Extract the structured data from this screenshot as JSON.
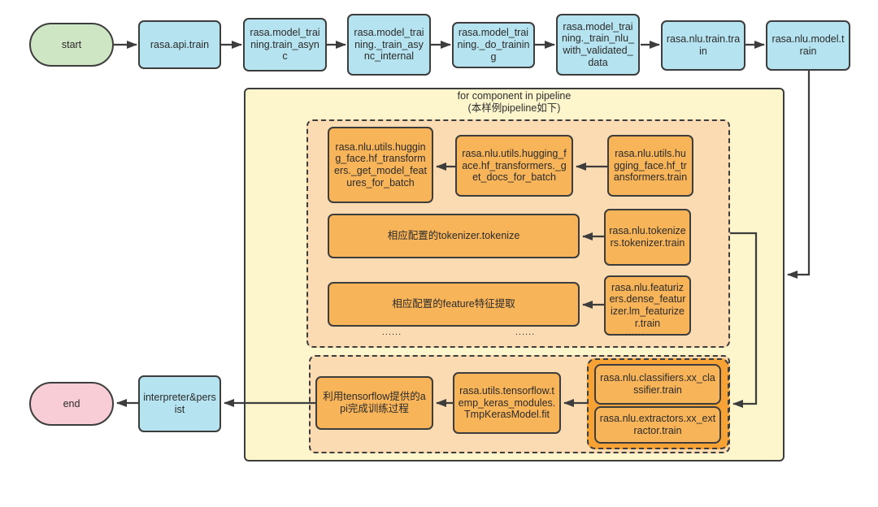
{
  "group": {
    "title_line1": "for component in pipeline",
    "title_line2": "(本样例pipeline如下)"
  },
  "nodes": {
    "start": "start",
    "api_train": "rasa.api.train",
    "train_async": "rasa.model_training.train_async",
    "train_async_internal": "rasa.model_training._train_async_internal",
    "do_training": "rasa.model_training._do_training",
    "train_nlu_with_validated_data": "rasa.model_training._train_nlu_with_validated_data",
    "nlu_train_train": "rasa.nlu.train.train",
    "nlu_model_train": "rasa.nlu.model.train",
    "hf_get_model_features": "rasa.nlu.utils.hugging_face.hf_transformers._get_model_features_for_batch",
    "hf_get_docs_for_batch": "rasa.nlu.utils.hugging_face.hf_transformers._get_docs_for_batch",
    "hf_transformers_train": "rasa.nlu.utils.hugging_face.hf_transformers.train",
    "tokenizer_tokenize": "相应配置的tokenizer.tokenize",
    "tokenizer_train": "rasa.nlu.tokenizers.tokenizer.train",
    "feature_extract": "相应配置的feature特征提取",
    "featurizer_train": "rasa.nlu.featurizers.dense_featurizer.lm_featurizer.train",
    "classifier_train": "rasa.nlu.classifiers.xx_classifier.train",
    "extractor_train": "rasa.nlu.extractors.xx_extractor.train",
    "tmp_keras_fit": "rasa.utils.tensorflow.temp_keras_modules.TmpKerasModel.fit",
    "tensorflow_api": "利用tensorflow提供的api完成训练过程",
    "interpreter_persist": "interpreter&persist",
    "end": "end",
    "ellipsis": "......"
  },
  "colors": {
    "cyan_box": "#b5e3f0",
    "green_start": "#cfe6c4",
    "pink_end": "#f9cdd5",
    "orange_box": "#f8b459",
    "deep_orange_group": "#f6a235",
    "yellow_container": "#fdf6cd",
    "peach_dashed": "#fbdcb2",
    "line": "#3d3d3d"
  },
  "edges": [
    {
      "from": "start",
      "to": "api_train"
    },
    {
      "from": "api_train",
      "to": "train_async"
    },
    {
      "from": "train_async",
      "to": "train_async_internal"
    },
    {
      "from": "train_async_internal",
      "to": "do_training"
    },
    {
      "from": "do_training",
      "to": "train_nlu_with_validated_data"
    },
    {
      "from": "train_nlu_with_validated_data",
      "to": "nlu_train_train"
    },
    {
      "from": "nlu_train_train",
      "to": "nlu_model_train"
    },
    {
      "from": "nlu_model_train",
      "to": "for-component-container"
    },
    {
      "from": "hf_transformers_train",
      "to": "hf_get_docs_for_batch"
    },
    {
      "from": "hf_get_docs_for_batch",
      "to": "hf_get_model_features"
    },
    {
      "from": "tokenizer_train",
      "to": "tokenizer_tokenize"
    },
    {
      "from": "featurizer_train",
      "to": "feature_extract"
    },
    {
      "from": "component-dashed-group",
      "to": "classifier-extractor-group"
    },
    {
      "from": "classifier-extractor-group",
      "to": "tmp_keras_fit"
    },
    {
      "from": "tmp_keras_fit",
      "to": "tensorflow_api"
    },
    {
      "from": "tensorflow_api",
      "to": "interpreter_persist"
    },
    {
      "from": "interpreter_persist",
      "to": "end"
    }
  ]
}
